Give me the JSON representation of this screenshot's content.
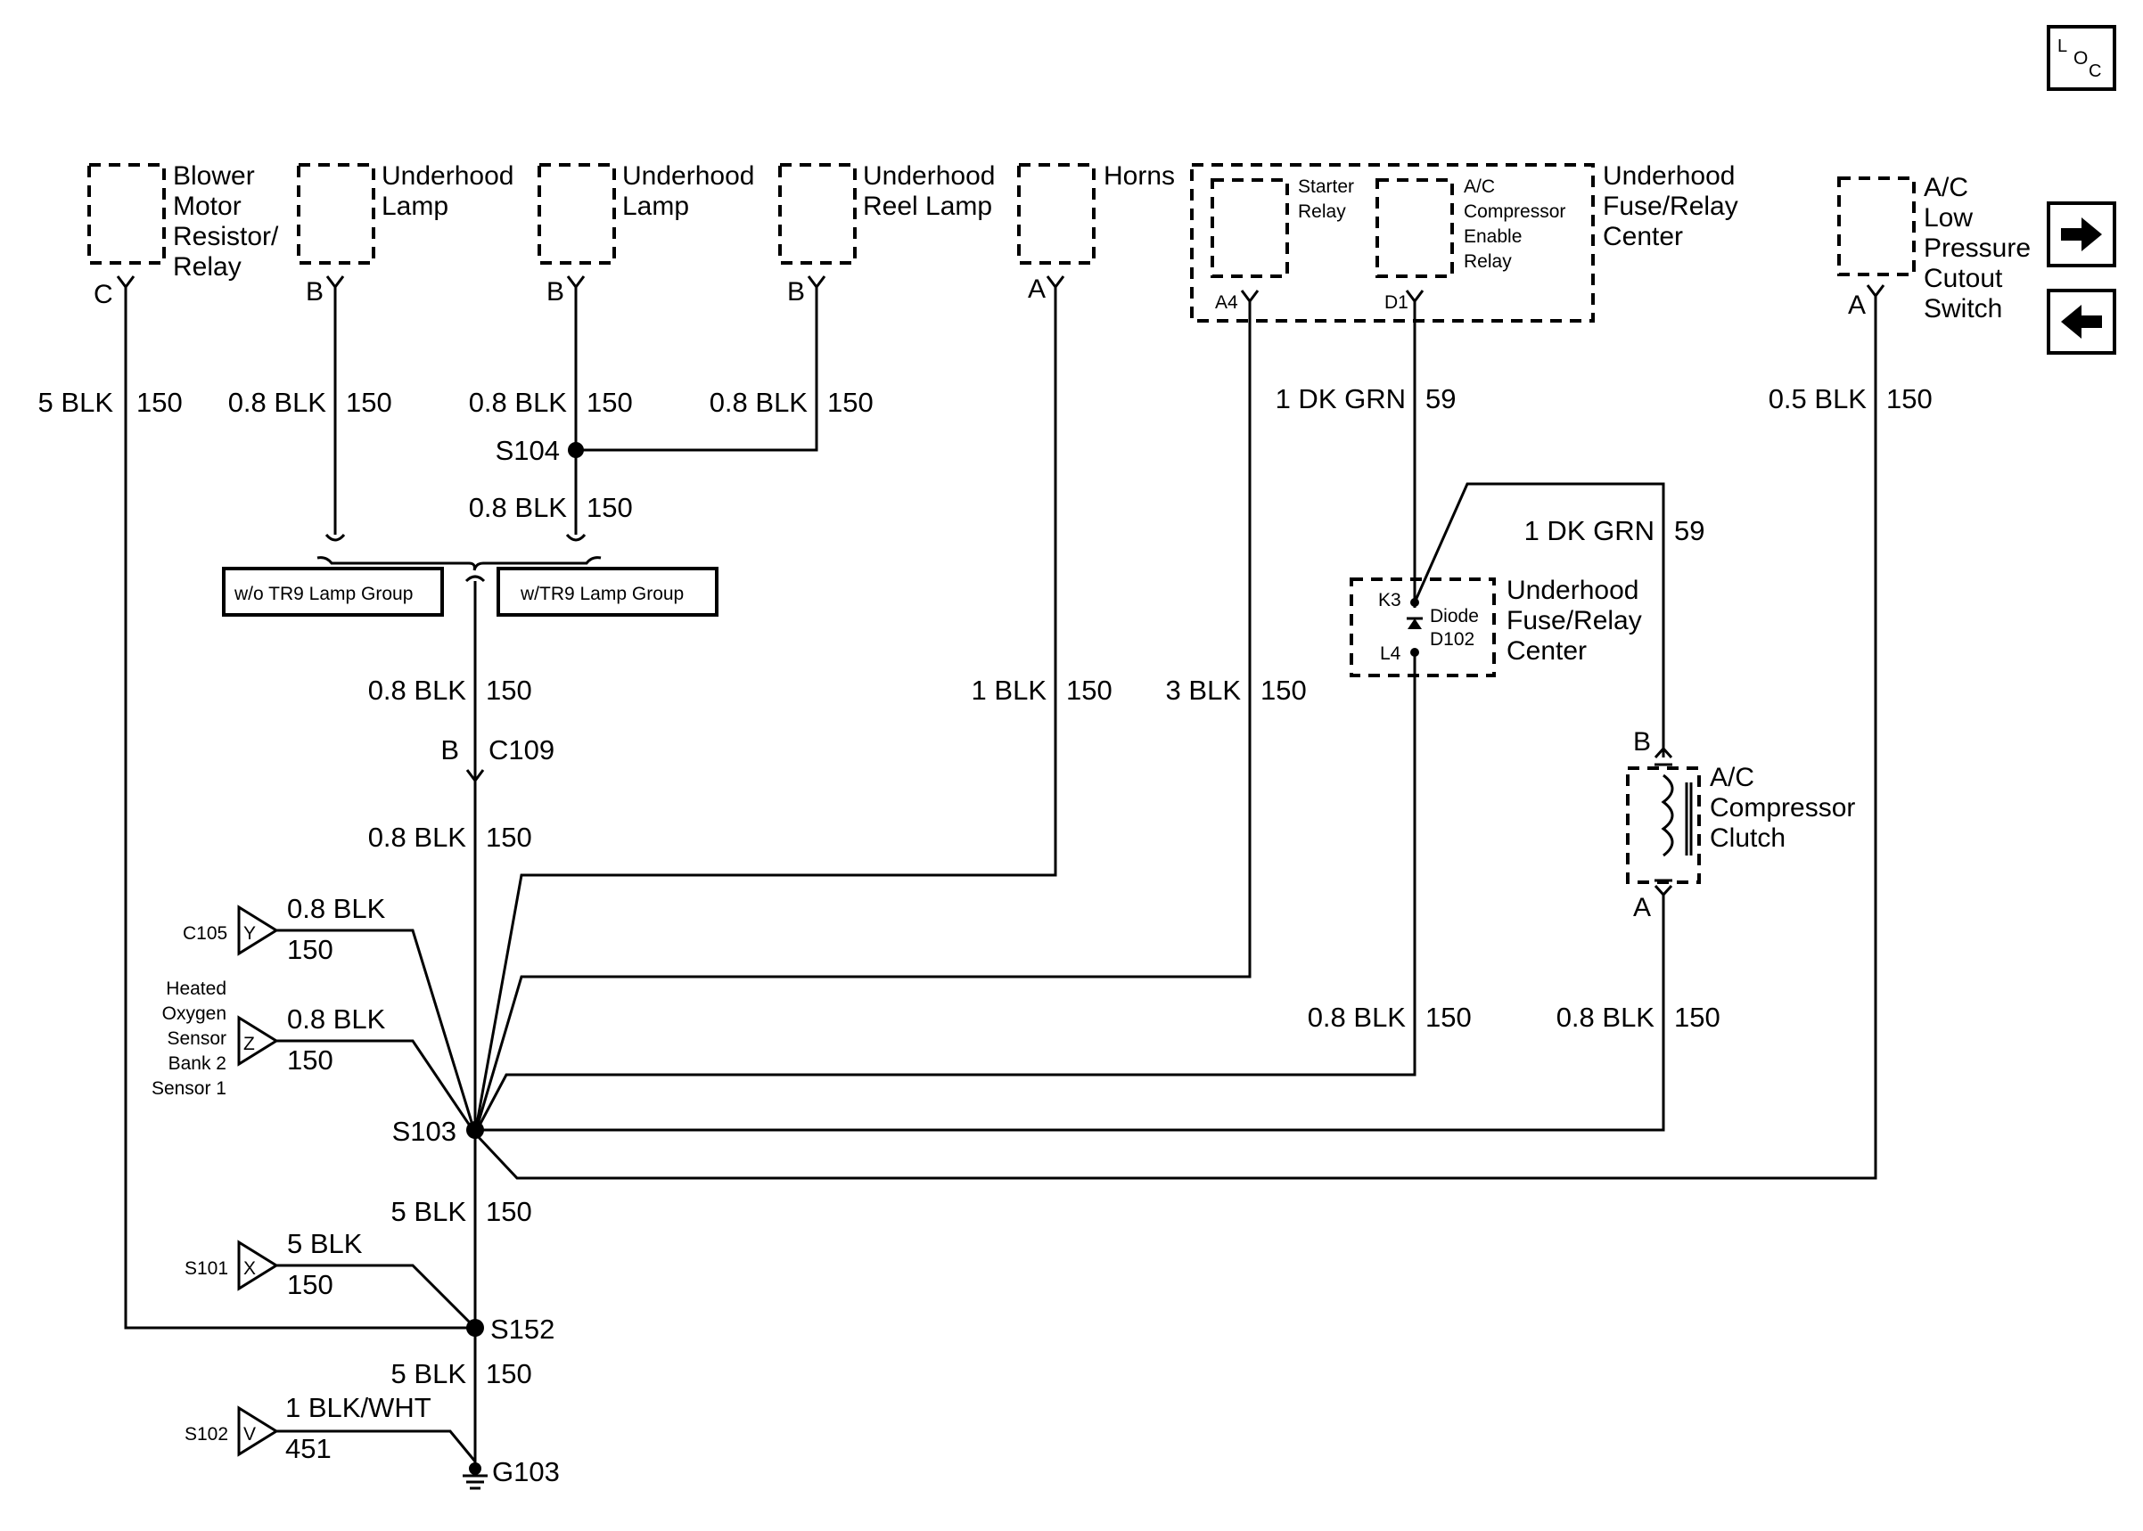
{
  "loc_button": {
    "l": "L",
    "o": "O",
    "c": "C"
  },
  "components": {
    "blower": [
      "Blower",
      "Motor",
      "Resistor/",
      "Relay"
    ],
    "underhood_lamp_1": [
      "Underhood",
      "Lamp"
    ],
    "underhood_lamp_2": [
      "Underhood",
      "Lamp"
    ],
    "reel_lamp": [
      "Underhood",
      "Reel Lamp"
    ],
    "horns": [
      "Horns"
    ],
    "fuse_relay_center_top": [
      "Underhood",
      "Fuse/Relay",
      "Center"
    ],
    "starter_relay": [
      "Starter",
      "Relay"
    ],
    "ac_relay": [
      "A/C",
      "Compressor",
      "Enable",
      "Relay"
    ],
    "ac_low_pressure": [
      "A/C",
      "Low",
      "Pressure",
      "Cutout",
      "Switch"
    ],
    "fuse_relay_center_mid": [
      "Underhood",
      "Fuse/Relay",
      "Center"
    ],
    "diode": [
      "Diode",
      "D102"
    ],
    "ac_clutch": [
      "A/C",
      "Compressor",
      "Clutch"
    ],
    "heated_o2": [
      "Heated",
      "Oxygen",
      "Sensor",
      "Bank 2",
      "Sensor 1"
    ]
  },
  "pins": {
    "blower": "C",
    "lamp1": "B",
    "lamp2": "B",
    "reel": "B",
    "horns": "A",
    "starter": "A4",
    "ac_relay": "D1",
    "ac_switch": "A",
    "k3": "K3",
    "l4": "L4",
    "clutch_b": "B",
    "clutch_a": "A",
    "c109": "B",
    "c105": "Y",
    "heated": "Z",
    "s101": "X",
    "s102": "V"
  },
  "wires": {
    "blower_color": "5 BLK",
    "blower_circuit": "150",
    "lamp1_color": "0.8 BLK",
    "lamp1_circuit": "150",
    "lamp2_color": "0.8 BLK",
    "lamp2_circuit": "150",
    "reel_color": "0.8 BLK",
    "reel_circuit": "150",
    "s104_down_color": "0.8 BLK",
    "s104_down_circuit": "150",
    "ac_relay_color": "1 DK GRN",
    "ac_relay_circuit": "59",
    "ac_switch_color": "0.5 BLK",
    "ac_switch_circuit": "150",
    "clutch_b_color": "1 DK GRN",
    "clutch_b_circuit": "59",
    "upper_trunk_color": "0.8 BLK",
    "upper_trunk_circuit": "150",
    "horns_color": "1 BLK",
    "horns_circuit": "150",
    "starter_color": "3 BLK",
    "starter_circuit": "150",
    "below_c109_color": "0.8 BLK",
    "below_c109_circuit": "150",
    "c105_color": "0.8 BLK",
    "c105_circuit": "150",
    "heated_color": "0.8 BLK",
    "heated_circuit": "150",
    "l4_color": "0.8 BLK",
    "l4_circuit": "150",
    "clutch_a_color": "0.8 BLK",
    "clutch_a_circuit": "150",
    "s103_down_color": "5 BLK",
    "s103_down_circuit": "150",
    "s101_color": "5 BLK",
    "s101_circuit": "150",
    "s152_down_color": "5 BLK",
    "s152_down_circuit": "150",
    "s102_color": "1 BLK/WHT",
    "s102_circuit": "451"
  },
  "splices": {
    "s104": "S104",
    "s103": "S103",
    "s152": "S152"
  },
  "connectors": {
    "c109": "C109",
    "c105": "C105",
    "s101": "S101",
    "s102": "S102"
  },
  "ground": "G103",
  "options": {
    "without_tr9": "w/o TR9 Lamp Group",
    "with_tr9": "w/TR9 Lamp Group"
  },
  "icons": {
    "forward": "arrow-right-icon",
    "back": "arrow-left-icon",
    "ground": "ground-icon"
  }
}
